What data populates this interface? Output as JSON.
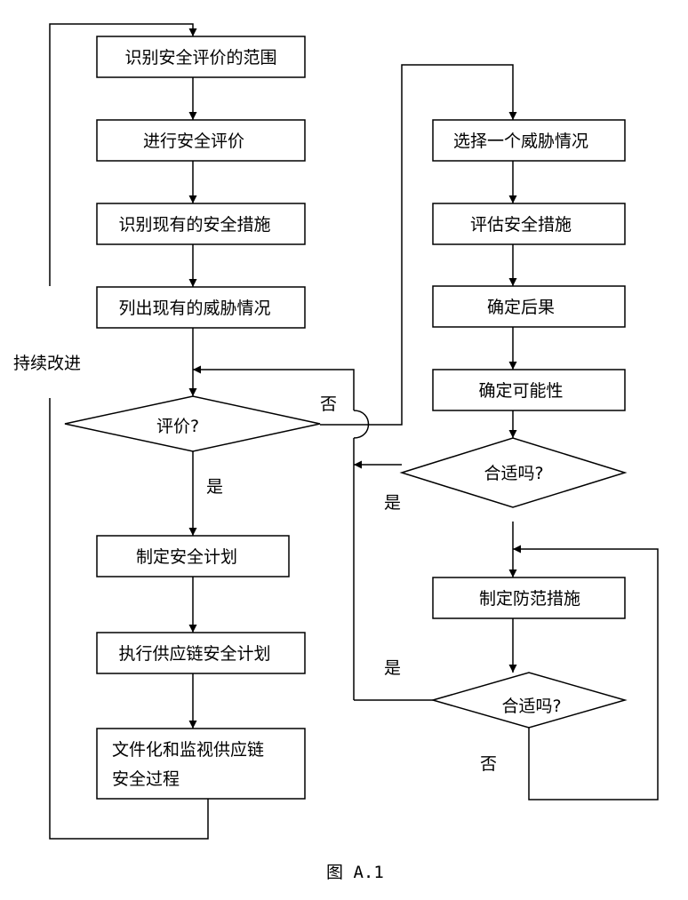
{
  "left_flow": {
    "identify_scope": "识别安全评价的范围",
    "conduct_assessment": "进行安全评价",
    "identify_existing_measures": "识别现有的安全措施",
    "list_existing_threats": "列出现有的威胁情况",
    "evaluate_decision": "评价?",
    "yes_label": "是",
    "no_label": "否",
    "make_security_plan": "制定安全计划",
    "execute_plan": "执行供应链安全计划",
    "document_monitor_line1": "文件化和监视供应链",
    "document_monitor_line2": "安全过程",
    "continuous_improvement": "持续改进"
  },
  "right_flow": {
    "select_threat": "选择一个威胁情况",
    "assess_measures": "评估安全措施",
    "determine_consequences": "确定后果",
    "determine_likelihood": "确定可能性",
    "suitable_decision_1": "合适吗?",
    "suitable_yes_1": "是",
    "make_preventive_measures": "制定防范措施",
    "suitable_decision_2": "合适吗?",
    "suitable_yes_2": "是",
    "suitable_no_2": "否"
  },
  "caption": "图 A.1"
}
